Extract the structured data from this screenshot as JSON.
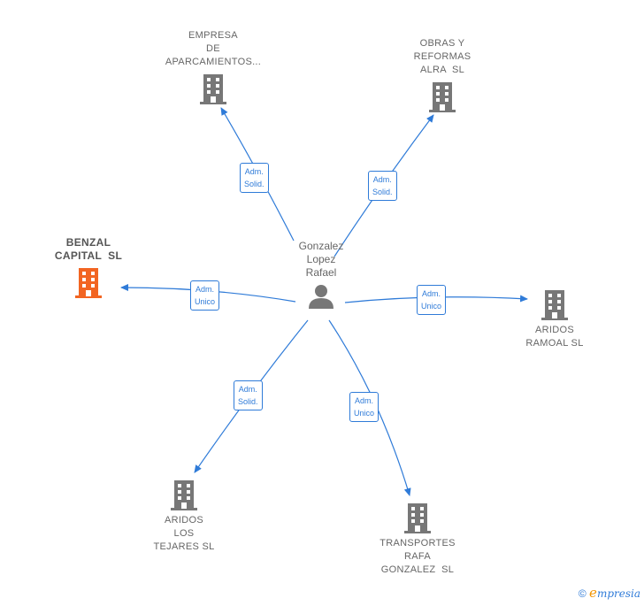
{
  "center": {
    "label": "Gonzalez\nLopez\nRafael",
    "icon": "person-icon"
  },
  "nodes": [
    {
      "label": "EMPRESA\nDE\nAPARCAMIENTOS...",
      "icon": "building-icon",
      "color": "#777777",
      "relation": "Adm.\nSolid."
    },
    {
      "label": "OBRAS Y\nREFORMAS\nALRA  SL",
      "icon": "building-icon",
      "color": "#777777",
      "relation": "Adm.\nSolid."
    },
    {
      "label": "BENZAL\nCAPITAL  SL",
      "icon": "building-icon",
      "color": "#f26522",
      "relation": "Adm.\nUnico"
    },
    {
      "label": "ARIDOS\nRAMOAL SL",
      "icon": "building-icon",
      "color": "#777777",
      "relation": "Adm.\nUnico"
    },
    {
      "label": "ARIDOS\nLOS\nTEJARES SL",
      "icon": "building-icon",
      "color": "#777777",
      "relation": "Adm.\nSolid."
    },
    {
      "label": "TRANSPORTES\nRAFA\nGONZALEZ  SL",
      "icon": "building-icon",
      "color": "#777777",
      "relation": "Adm.\nUnico"
    }
  ],
  "colors": {
    "edge": "#2f7bd8",
    "highlight": "#f26522",
    "node": "#777777"
  },
  "footer": {
    "copyright": "©",
    "brand_e": "e",
    "brand_rest": "mpresia"
  }
}
